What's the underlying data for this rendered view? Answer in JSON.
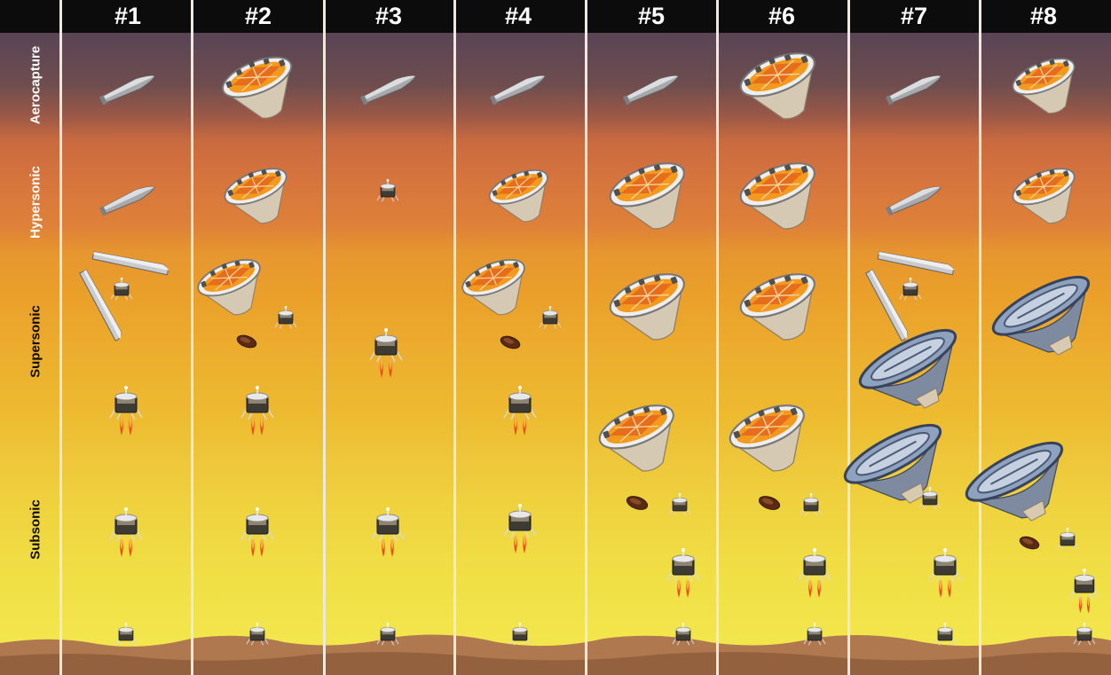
{
  "columns": [
    "#1",
    "#2",
    "#3",
    "#4",
    "#5",
    "#6",
    "#7",
    "#8"
  ],
  "rows": [
    {
      "label": "Aerocapture"
    },
    {
      "label": "Hypersonic"
    },
    {
      "label": "Supersonic"
    },
    {
      "label": "Subsonic"
    }
  ],
  "colors": {
    "header_bg": "#0c0c0c",
    "divider": "#efe9dc",
    "ground": "#b0784e",
    "aeroshell_orange": "#f39a1e",
    "decelerator_blue": "#5d6c85"
  },
  "sequences": [
    {
      "column": "#1",
      "stages": [
        "rigid-aeroshell-icon",
        "rigid-aeroshell-icon",
        "aeroshell-separation-icon",
        "powered-descent-lander-icon",
        "powered-descent-lander-icon",
        "landed-lander-icon"
      ]
    },
    {
      "column": "#2",
      "stages": [
        "blunt-aeroshell-icon",
        "blunt-aeroshell-icon",
        "aeroshell-separation-icon",
        "powered-descent-lander-icon",
        "powered-descent-lander-icon",
        "landed-lander-icon"
      ]
    },
    {
      "column": "#3",
      "stages": [
        "rigid-aeroshell-icon",
        "lander-icon",
        "powered-descent-lander-icon",
        "powered-descent-lander-icon",
        "landed-lander-icon"
      ]
    },
    {
      "column": "#4",
      "stages": [
        "rigid-aeroshell-icon",
        "blunt-aeroshell-icon",
        "aeroshell-separation-icon",
        "powered-descent-lander-icon",
        "powered-descent-lander-icon",
        "landed-lander-icon"
      ]
    },
    {
      "column": "#5",
      "stages": [
        "rigid-aeroshell-icon",
        "blunt-aeroshell-icon",
        "blunt-aeroshell-icon",
        "blunt-aeroshell-icon",
        "aeroshell-separation-icon",
        "powered-descent-lander-icon",
        "landed-lander-icon"
      ]
    },
    {
      "column": "#6",
      "stages": [
        "blunt-aeroshell-icon",
        "blunt-aeroshell-icon",
        "blunt-aeroshell-icon",
        "blunt-aeroshell-icon",
        "aeroshell-separation-icon",
        "powered-descent-lander-icon",
        "landed-lander-icon"
      ]
    },
    {
      "column": "#7",
      "stages": [
        "rigid-aeroshell-icon",
        "rigid-aeroshell-icon",
        "aeroshell-separation-icon",
        "inflatable-decelerator-icon",
        "inflatable-decelerator-icon",
        "powered-descent-lander-icon",
        "landed-lander-icon"
      ]
    },
    {
      "column": "#8",
      "stages": [
        "blunt-aeroshell-icon",
        "blunt-aeroshell-icon",
        "inflatable-decelerator-icon",
        "inflatable-decelerator-icon",
        "aeroshell-separation-icon",
        "powered-descent-lander-icon",
        "landed-lander-icon"
      ]
    }
  ]
}
